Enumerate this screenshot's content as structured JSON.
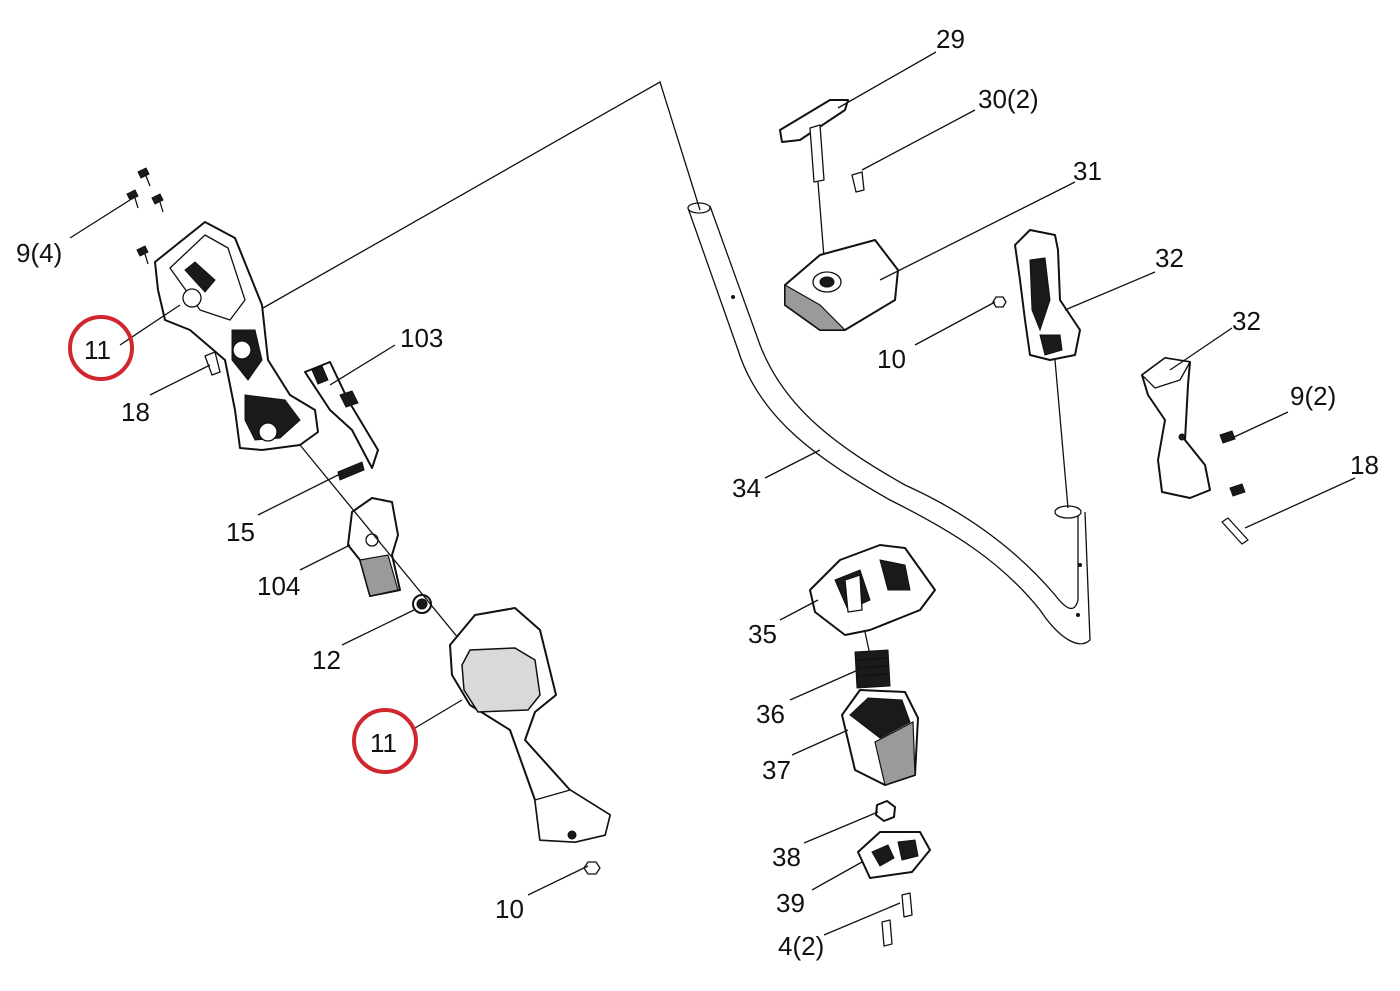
{
  "colors": {
    "line": "#111111",
    "highlight": "#d0262e",
    "background": "#ffffff"
  },
  "labels": {
    "p29": "29",
    "p30": "30(2)",
    "p31": "31",
    "p32a": "32",
    "p32b": "32",
    "p10a": "10",
    "p9_4": "9(4)",
    "p11a": "11",
    "p103": "103",
    "p18a": "18",
    "p9_2": "9(2)",
    "p18b": "18",
    "p34": "34",
    "p15": "15",
    "p104": "104",
    "p35": "35",
    "p12": "12",
    "p36": "36",
    "p11b": "11",
    "p37": "37",
    "p38": "38",
    "p39": "39",
    "p10b": "10",
    "p4_2": "4(2)"
  },
  "highlighted_parts": [
    "11"
  ]
}
